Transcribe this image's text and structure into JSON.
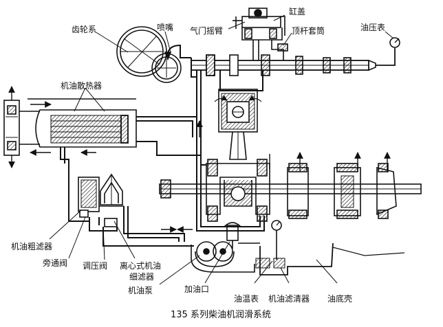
{
  "caption": "135 系列柴油机润滑系统",
  "labels": {
    "gear_train": "齿轮系",
    "nozzle": "喷嘴",
    "valve_cover": "缸盖",
    "rocker_arm": "气门摇臂",
    "pushrod_sleeve": "顶杆套筒",
    "oil_pressure_gauge": "油压表",
    "oil_cooler": "机油散热器",
    "coarse_filter": "机油粗滤器",
    "bypass_valve": "旁通阀",
    "pressure_regulator": "调压阀",
    "centrifugal_filter_line1": "离心式机油",
    "centrifugal_filter_line2": "细滤器",
    "oil_pump": "机油泵",
    "oil_filler": "加油口",
    "oil_temp_gauge": "油温表",
    "oil_strainer": "机油滤清器",
    "oil_pan": "油底壳"
  }
}
